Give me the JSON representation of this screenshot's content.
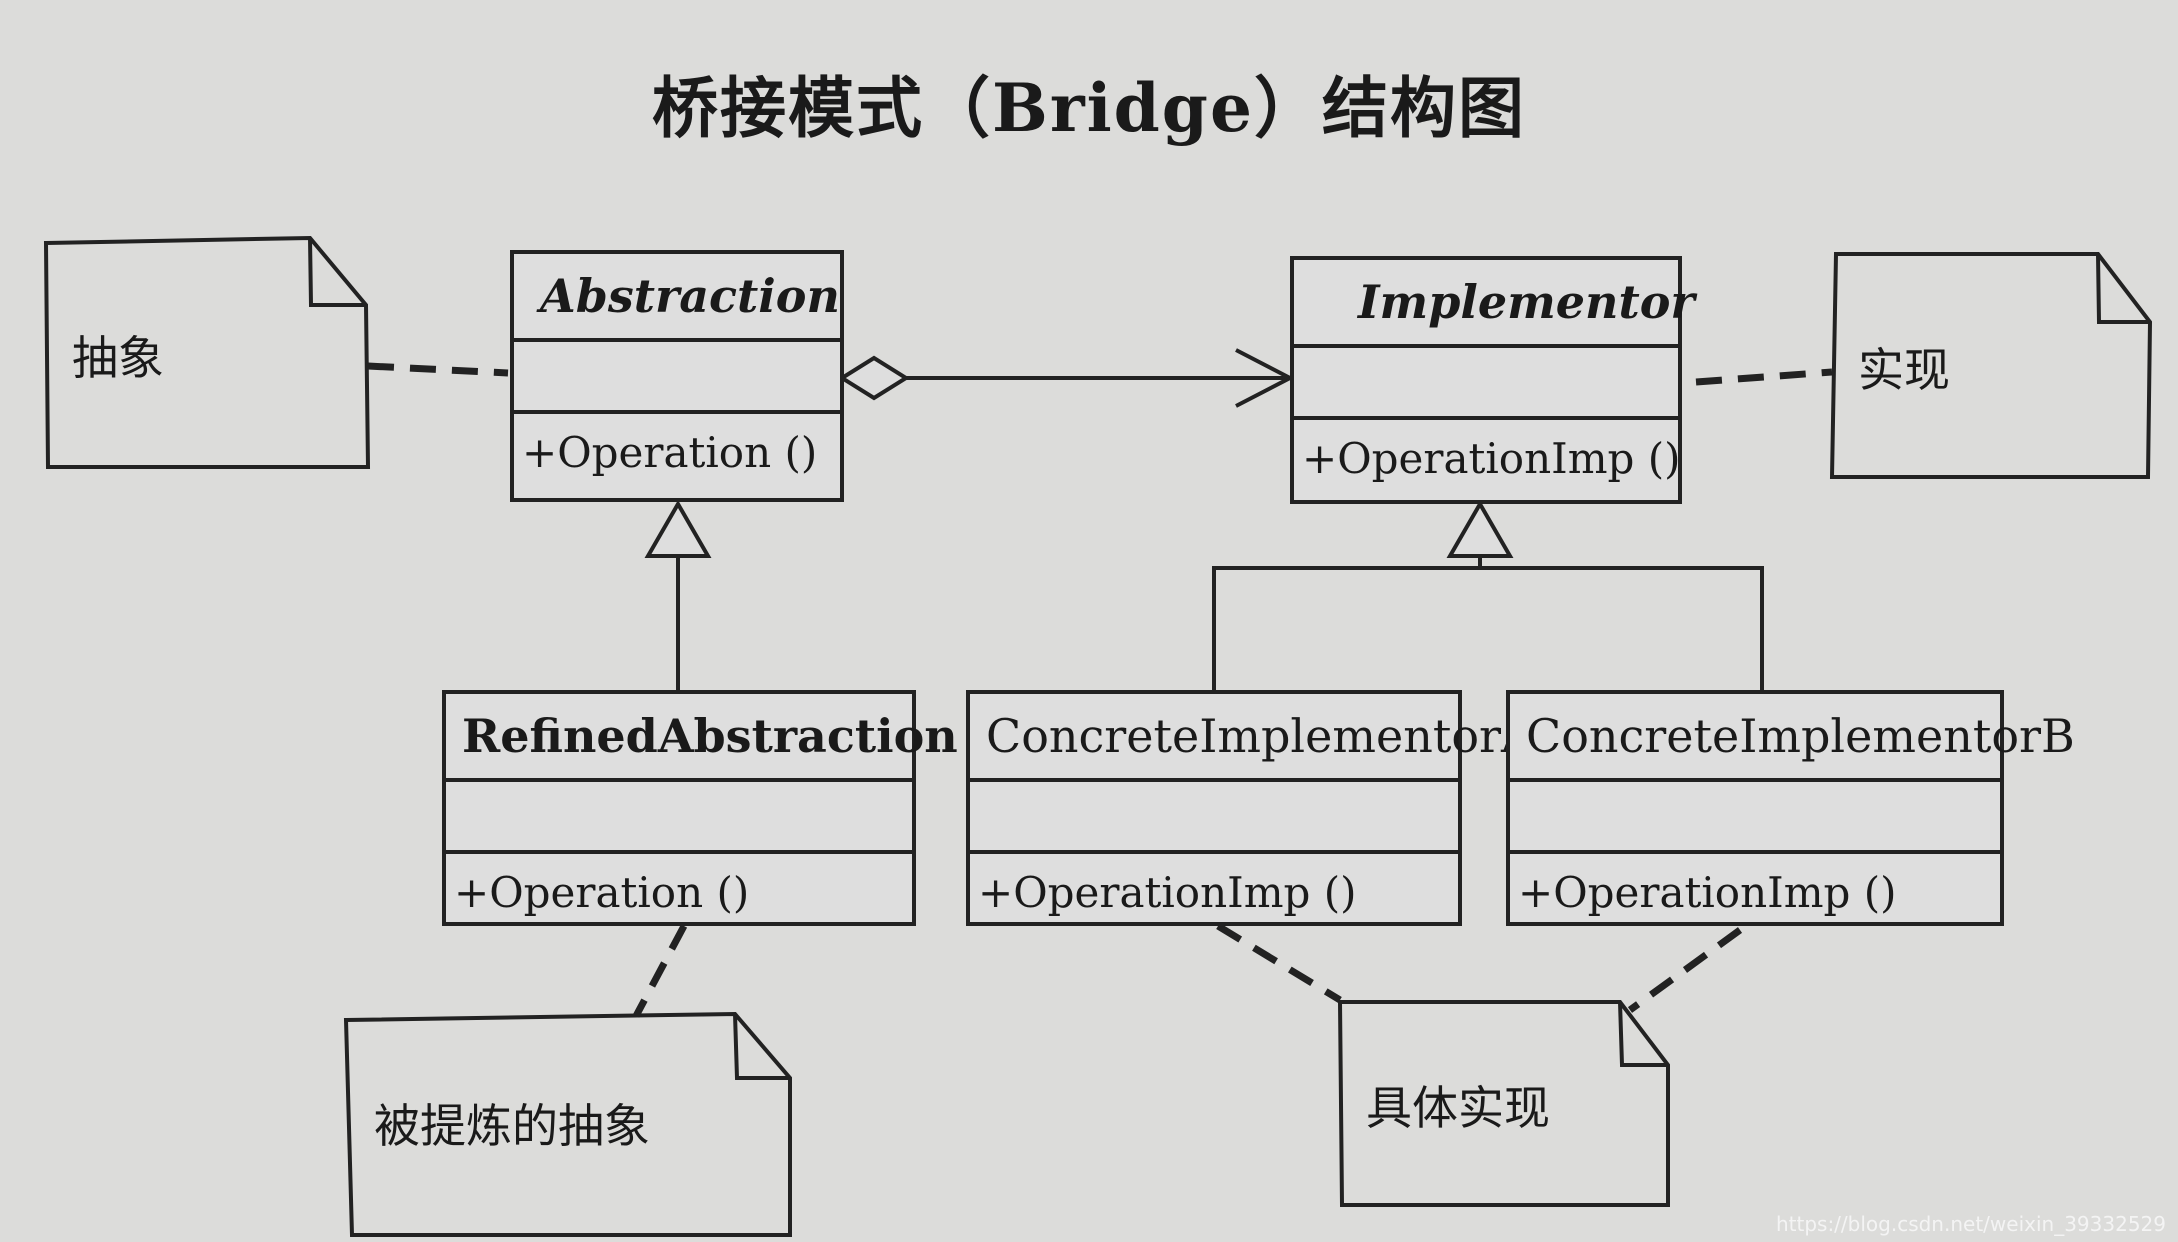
{
  "title": "桥接模式（Bridge）结构图",
  "classes": {
    "abstraction": {
      "name": "Abstraction",
      "operation": "+Operation ()"
    },
    "implementor": {
      "name": "Implementor",
      "operation": "+OperationImp ()"
    },
    "refined_abstraction": {
      "name": "RefinedAbstraction",
      "operation": "+Operation ()"
    },
    "concrete_implementor_a": {
      "name": "ConcreteImplementorA",
      "operation": "+OperationImp ()"
    },
    "concrete_implementor_b": {
      "name": "ConcreteImplementorB",
      "operation": "+OperationImp ()"
    }
  },
  "notes": {
    "abstraction": "抽象",
    "implementation": "实现",
    "refined_abstraction": "被提炼的抽象",
    "concrete_implementation": "具体实现"
  },
  "watermark": "https://blog.csdn.net/weixin_39332529",
  "colors": {
    "background": "#dcdcda",
    "ink": "#222222"
  }
}
